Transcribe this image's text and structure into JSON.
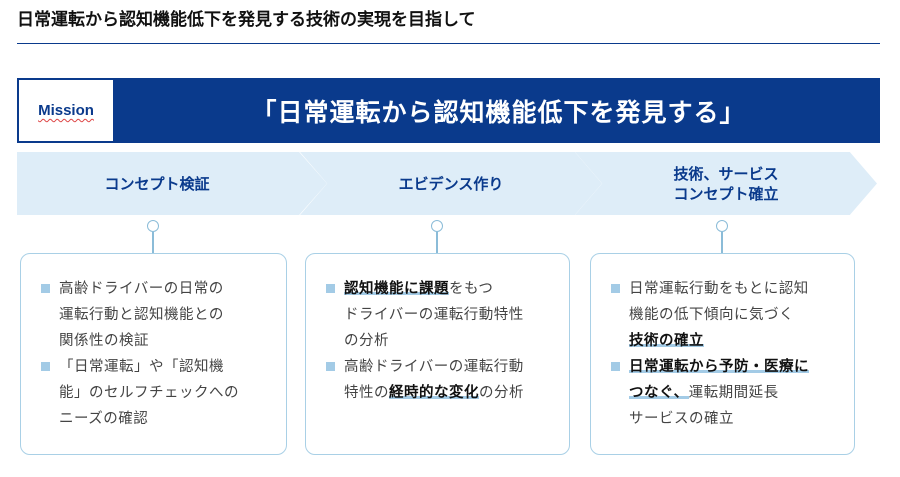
{
  "title": "日常運転から認知機能低下を発見する技術の実現を目指して",
  "banner": {
    "label": "Mission",
    "headline": "「日常運転から認知機能低下を発見する」"
  },
  "steps": [
    {
      "label": "コンセプト検証"
    },
    {
      "label": "エビデンス作り"
    },
    {
      "label": "技術、サービス\nコンセプト確立"
    }
  ],
  "cards": [
    {
      "items": [
        {
          "lines": [
            [
              {
                "t": "高齢ドライバーの日常の"
              }
            ],
            [
              {
                "t": "運転行動と認知機能との"
              }
            ],
            [
              {
                "t": "関係性の検証"
              }
            ]
          ]
        },
        {
          "lines": [
            [
              {
                "t": "「日常運転」や「認知機"
              }
            ],
            [
              {
                "t": "能」のセルフチェックへの"
              }
            ],
            [
              {
                "t": "ニーズの確認"
              }
            ]
          ]
        }
      ]
    },
    {
      "items": [
        {
          "lines": [
            [
              {
                "t": "認知機能に課題",
                "b": true
              },
              {
                "t": "をもつ"
              }
            ],
            [
              {
                "t": "ドライバーの運転行動特性"
              }
            ],
            [
              {
                "t": "の分析"
              }
            ]
          ]
        },
        {
          "lines": [
            [
              {
                "t": "高齢ドライバーの運転行動"
              }
            ],
            [
              {
                "t": "特性の"
              },
              {
                "t": "経時的な変化",
                "b": true
              },
              {
                "t": "の分析"
              }
            ]
          ]
        }
      ]
    },
    {
      "items": [
        {
          "lines": [
            [
              {
                "t": "日常運転行動をもとに認知"
              }
            ],
            [
              {
                "t": "機能の低下傾向に気づく"
              }
            ],
            [
              {
                "t": "技術の確立",
                "b": true
              }
            ]
          ]
        },
        {
          "lines": [
            [
              {
                "t": "日常運転から予防・医療に",
                "b": true
              }
            ],
            [
              {
                "t": "つなぐ、",
                "b": true
              },
              {
                "t": "運転期間延長"
              }
            ],
            [
              {
                "t": "サービスの確立"
              }
            ]
          ]
        }
      ]
    }
  ],
  "colors": {
    "primary": "#0a3a8c",
    "light": "#deedf8",
    "accent": "#a3cbe6"
  }
}
